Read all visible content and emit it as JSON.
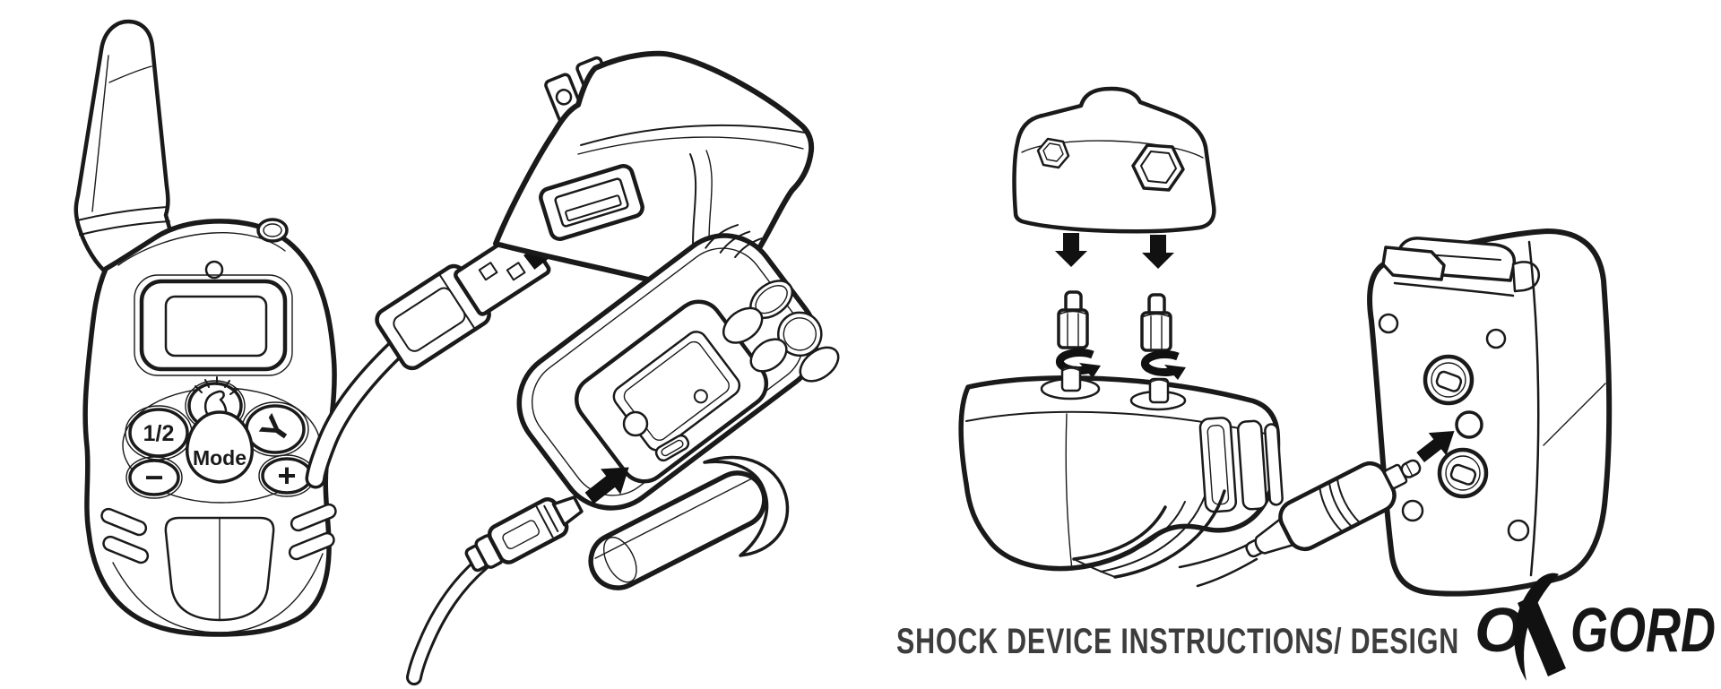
{
  "title": {
    "text": "SHOCK DEVICE INSTRUCTIONS/ DESIGN",
    "color": "#3d3d3d"
  },
  "logo": {
    "full": "OXGORD",
    "part1": "O",
    "part2": "GORD",
    "color": "#161616"
  },
  "colors": {
    "line": "#1a1a1a",
    "fill": "#ffffff",
    "arrow": "#111111"
  },
  "remote_front": {
    "buttons": {
      "light": "flashlight-icon",
      "channel": "1/2",
      "signal": "Y",
      "mode": "Mode",
      "minus": "−",
      "plus": "+"
    }
  },
  "icons": {
    "insert_arrow": "black solid arrow pointing into port",
    "down_arrow": "black solid arrow pointing down",
    "rotate_arrow": "black circular tighten arrow"
  }
}
